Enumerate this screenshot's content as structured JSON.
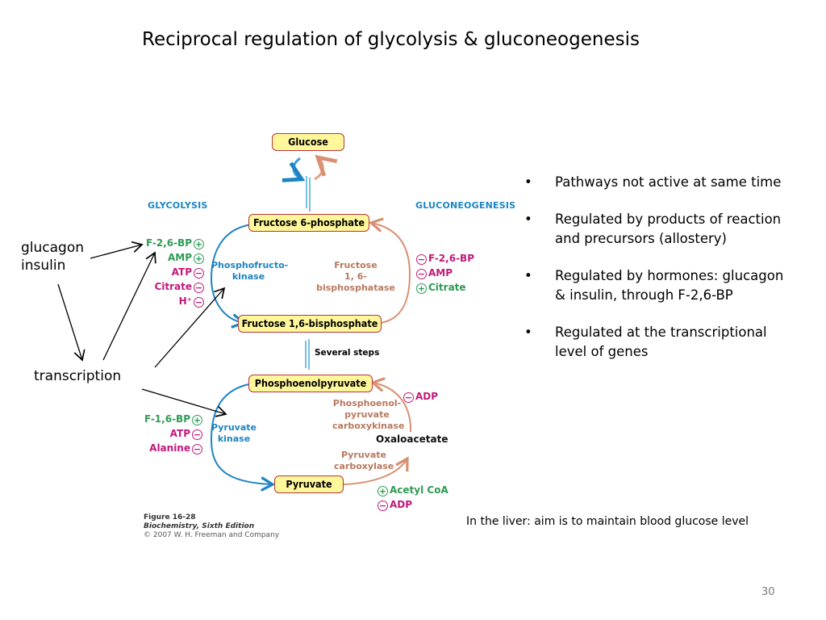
{
  "slide": {
    "title": "Reciprocal regulation of glycolysis & gluconeogenesis",
    "page_number": "30"
  },
  "diagram": {
    "section_labels": {
      "left": "GLYCOLYSIS",
      "right": "GLUCONEOGENESIS"
    },
    "metabolites": {
      "glucose": "Glucose",
      "f6p": "Fructose 6-phosphate",
      "f16bp": "Fructose 1,6-bisphosphate",
      "pep": "Phosphoenolpyruvate",
      "pyruvate": "Pyruvate",
      "oxaloacetate": "Oxaloacetate"
    },
    "steps_label": "Several steps",
    "enzymes": {
      "pfk": [
        "Phosphofructo-",
        "kinase"
      ],
      "fbpase": [
        "Fructose",
        "1, 6-bisphosphatase"
      ],
      "pk": [
        "Pyruvate",
        "kinase"
      ],
      "pepck": [
        "Phosphoenol-",
        "pyruvate",
        "carboxykinase"
      ],
      "pc": [
        "Pyruvate",
        "carboxylase"
      ]
    },
    "regulators": {
      "pfk": [
        {
          "name": "F-2,6-BP",
          "effect": "+"
        },
        {
          "name": "AMP",
          "effect": "+"
        },
        {
          "name": "ATP",
          "effect": "−"
        },
        {
          "name": "Citrate",
          "effect": "−"
        },
        {
          "name": "H⁺",
          "effect": "−"
        }
      ],
      "fbpase": [
        {
          "name": "F-2,6-BP",
          "effect": "−"
        },
        {
          "name": "AMP",
          "effect": "−"
        },
        {
          "name": "Citrate",
          "effect": "+"
        }
      ],
      "pk": [
        {
          "name": "F-1,6-BP",
          "effect": "+"
        },
        {
          "name": "ATP",
          "effect": "−"
        },
        {
          "name": "Alanine",
          "effect": "−"
        }
      ],
      "pepck": [
        {
          "name": "ADP",
          "effect": "−"
        }
      ],
      "pc": [
        {
          "name": "Acetyl CoA",
          "effect": "+"
        },
        {
          "name": "ADP",
          "effect": "−"
        }
      ]
    },
    "caption": {
      "figure": "Figure 16-28",
      "book": "Biochemistry, Sixth Edition",
      "copyright": "© 2007 W. H. Freeman and Company"
    },
    "colors": {
      "glycolysis_blue": "#1c84c2",
      "gluconeogenesis_tan": "#d98f72",
      "activator_green": "#2e9a55",
      "inhibitor_magenta": "#c2197a",
      "node_fill": "#fff79a",
      "node_border": "#b5343e"
    }
  },
  "annotations": {
    "hormones": [
      "glucagon",
      "insulin"
    ],
    "transcription": "transcription"
  },
  "bullets": [
    "Pathways not active at same time",
    "Regulated by products of reaction and precursors (allostery)",
    "Regulated by hormones: glucagon & insulin, through F-2,6-BP",
    "Regulated at the transcriptional level of genes"
  ],
  "bullet_symbol": "•",
  "note": "In the liver: aim is to maintain blood glucose level"
}
